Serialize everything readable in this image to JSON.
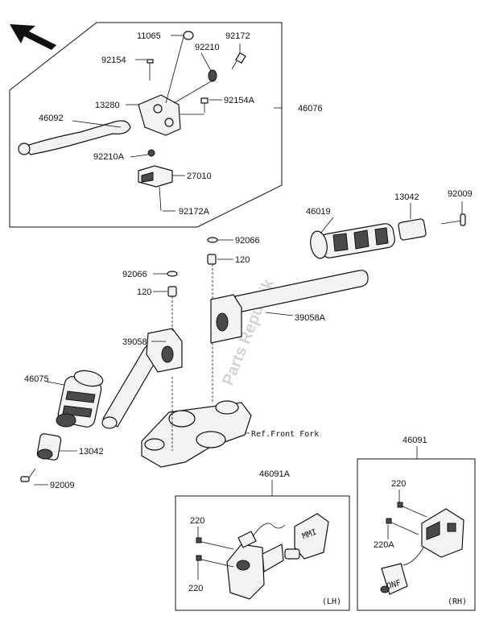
{
  "parts": {
    "p11065": "11065",
    "p92172": "92172",
    "p92154": "92154",
    "p92210": "92210",
    "p13280": "13280",
    "p92154A": "92154A",
    "p46076": "46076",
    "p46092": "46092",
    "p92210A": "92210A",
    "p27010": "27010",
    "p92172A": "92172A",
    "p46019": "46019",
    "p13042_top": "13042",
    "p92009_top": "92009",
    "p92066_a": "92066",
    "p120_a": "120",
    "p92066_b": "92066",
    "p120_b": "120",
    "p39058A": "39058A",
    "p39058": "39058",
    "p46075": "46075",
    "p13042_bot": "13042",
    "p92009_bot": "92009",
    "ref_front_fork": "Ref.Front Fork",
    "p46091": "46091",
    "p46091A": "46091A",
    "p220_lh1": "220",
    "p220_lh2": "220",
    "p220_rh": "220",
    "p220A": "220A",
    "lh": "(LH)",
    "rh": "(RH)"
  },
  "watermark": "Parts Republik",
  "colors": {
    "line": "#111111",
    "fill": "#f3f3f3",
    "dark": "#4a4a4a",
    "watermark": "#d4d4d4"
  }
}
